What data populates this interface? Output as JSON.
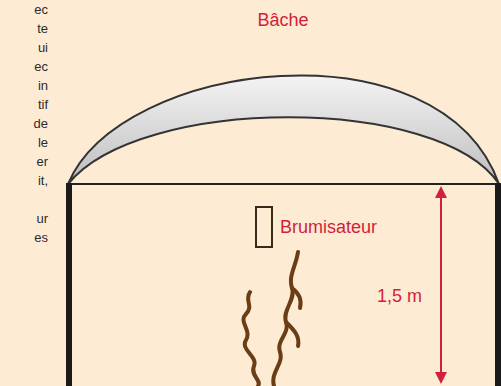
{
  "diagram": {
    "labels": [
      "ec",
      "te",
      "ui",
      "ec",
      "in",
      "tif",
      "de",
      "le",
      "er",
      "it,",
      "ur",
      "es",
      "Bâche",
      "Brumisateur",
      "1,5 m"
    ]
  }
}
